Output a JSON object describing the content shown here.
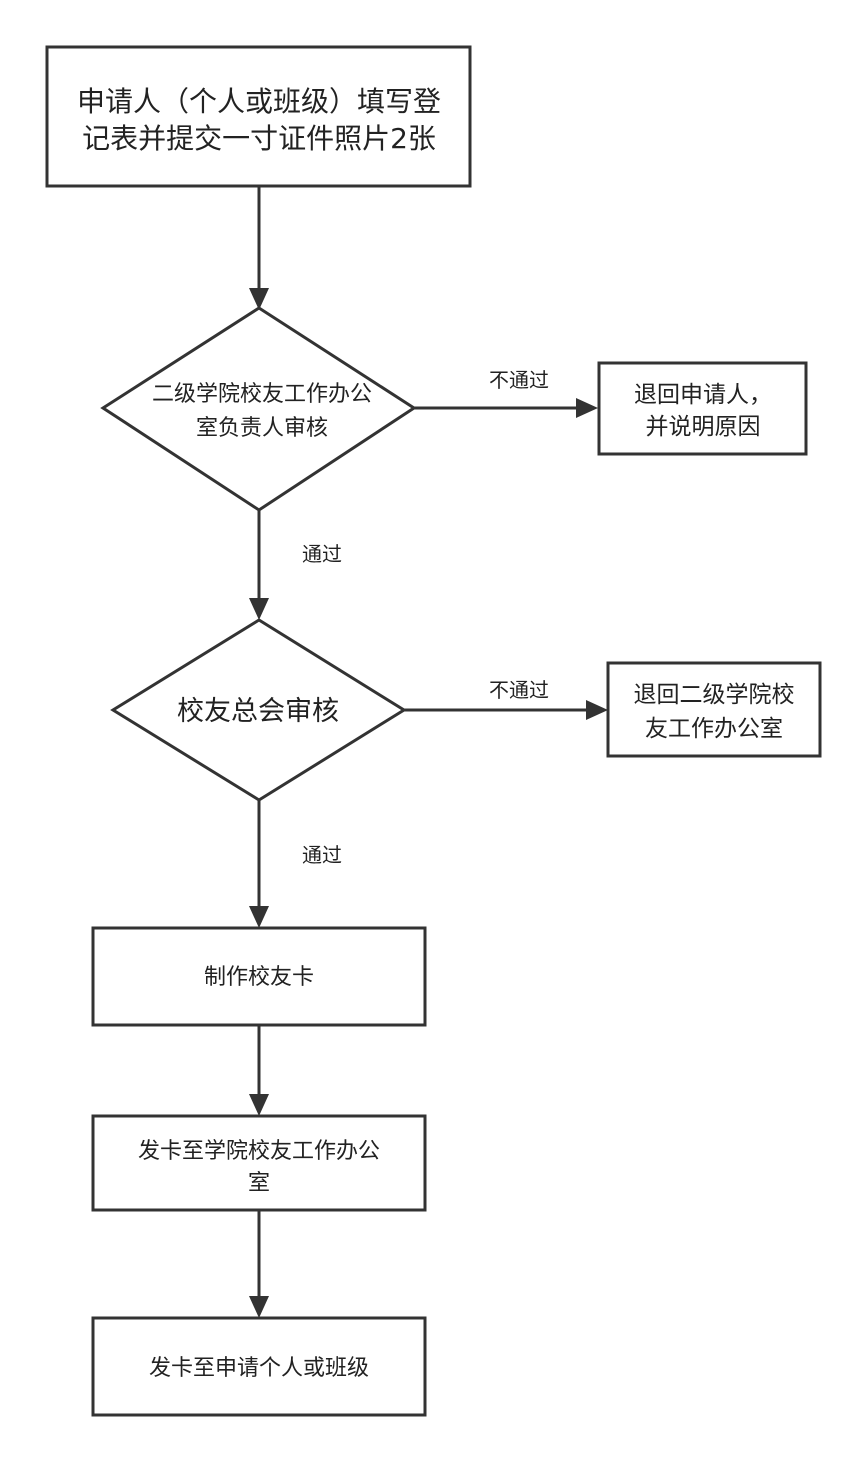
{
  "colors": {
    "stroke": "#333333",
    "text": "#222222",
    "background": "#ffffff"
  },
  "nodes": {
    "start": {
      "lines": [
        "申请人（个人或班级）填写登",
        "记表并提交一寸证件照片2张"
      ]
    },
    "decision1": {
      "lines": [
        "二级学院校友工作办公",
        "室负责人审核"
      ]
    },
    "reject1": {
      "lines": [
        "退回申请人，",
        "并说明原因"
      ]
    },
    "decision2": {
      "lines": [
        "校友总会审核"
      ]
    },
    "reject2": {
      "lines": [
        "退回二级学院校",
        "友工作办公室"
      ]
    },
    "make_card": {
      "lines": [
        "制作校友卡"
      ]
    },
    "send_college": {
      "lines": [
        "发卡至学院校友工作办公",
        "室"
      ]
    },
    "send_applicant": {
      "lines": [
        "发卡至申请个人或班级"
      ]
    }
  },
  "edges": {
    "d1_fail": "不通过",
    "d1_pass": "通过",
    "d2_fail": "不通过",
    "d2_pass": "通过"
  }
}
